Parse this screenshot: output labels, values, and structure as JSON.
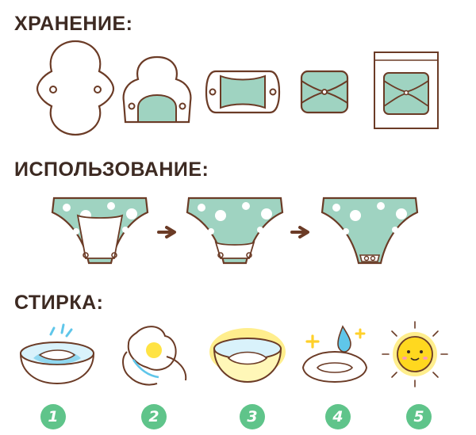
{
  "sections": {
    "storage": {
      "title": "ХРАНЕНИЕ:"
    },
    "usage": {
      "title": "ИСПОЛЬЗОВАНИЕ:"
    },
    "washing": {
      "title": "СТИРКА:"
    }
  },
  "steps": [
    "1",
    "2",
    "3",
    "4",
    "5"
  ],
  "colors": {
    "mint": "#9fd3c1",
    "outline": "#6b3b26",
    "heading": "#3d2a22",
    "badge": "#5fc48a",
    "sun": "#ffe030",
    "water": "#5fc6ea",
    "arrow": "#6b3b26"
  },
  "icons": {
    "storage": [
      "unfolded-pad-icon",
      "fold-wings-icon",
      "fold-sides-icon",
      "folded-square-icon",
      "packaged-pad-icon"
    ],
    "usage": [
      "underwear-pad-icon",
      "underwear-pad-icon",
      "underwear-pad-icon"
    ],
    "washing": [
      "soak-bowl-icon",
      "hand-wash-icon",
      "wash-bowl-icon",
      "clean-pad-icon",
      "sun-dry-icon"
    ]
  }
}
